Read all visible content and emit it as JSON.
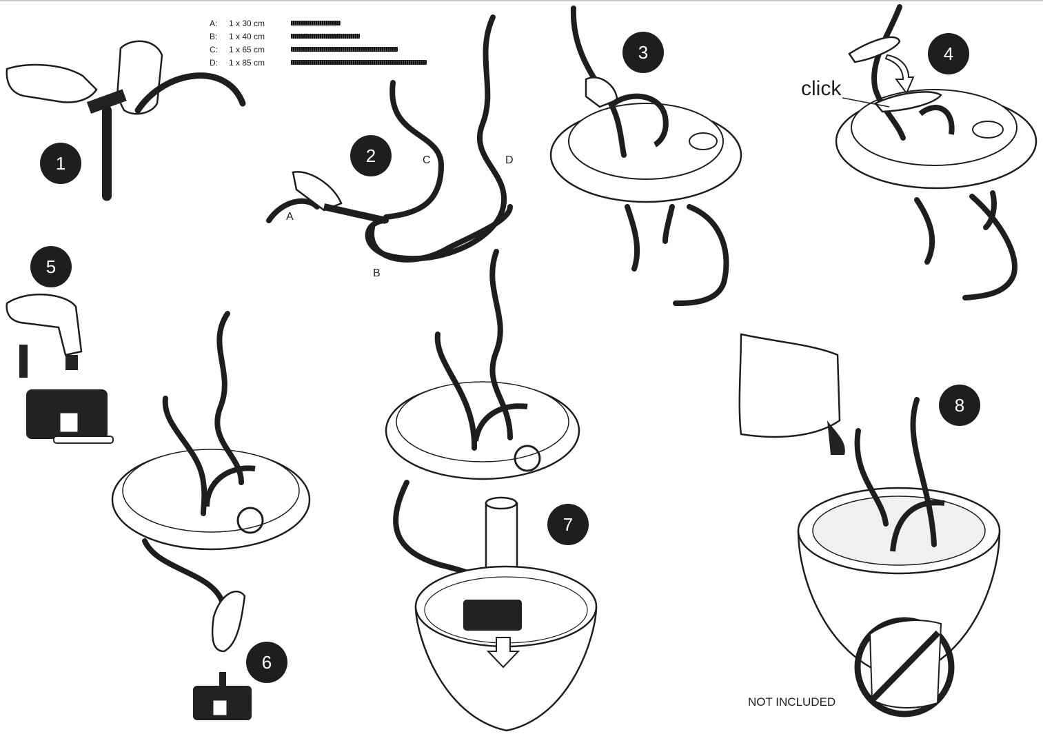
{
  "steps": [
    {
      "number": "1"
    },
    {
      "number": "2"
    },
    {
      "number": "3"
    },
    {
      "number": "4"
    },
    {
      "number": "5"
    },
    {
      "number": "6"
    },
    {
      "number": "7"
    },
    {
      "number": "8"
    }
  ],
  "legend": [
    {
      "key": "A:",
      "length": "1 x 30 cm"
    },
    {
      "key": "B:",
      "length": "1 x 40 cm"
    },
    {
      "key": "C:",
      "length": "1 x 65 cm"
    },
    {
      "key": "D:",
      "length": "1 x 85 cm"
    }
  ],
  "hose_labels": {
    "a": "A",
    "b": "B",
    "c": "C",
    "d": "D"
  },
  "click_label": "click",
  "not_included_label": "NOT INCLUDED",
  "colors": {
    "ink": "#1e1e1e",
    "paper": "#ffffff"
  }
}
